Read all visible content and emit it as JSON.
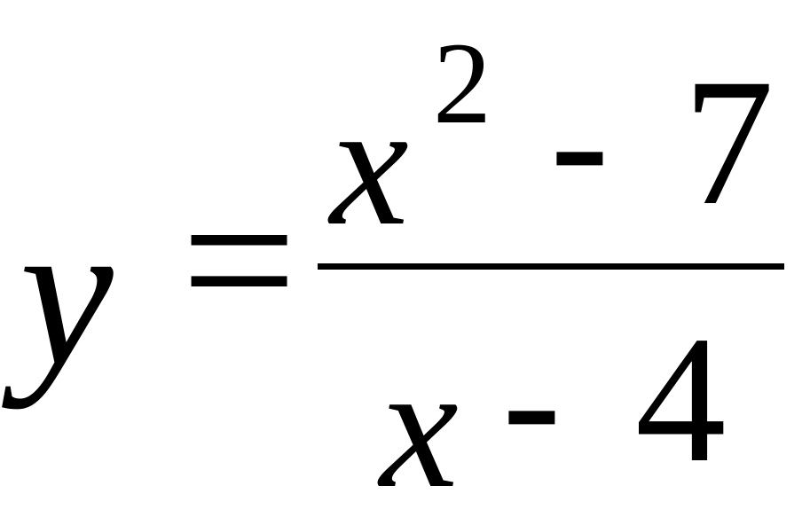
{
  "formula": {
    "lhs": "y",
    "equals": "=",
    "numerator": {
      "variable": "x",
      "exponent": "2",
      "operator": "-",
      "constant": "7"
    },
    "denominator": {
      "variable": "x",
      "operator": "-",
      "constant": "4"
    }
  }
}
